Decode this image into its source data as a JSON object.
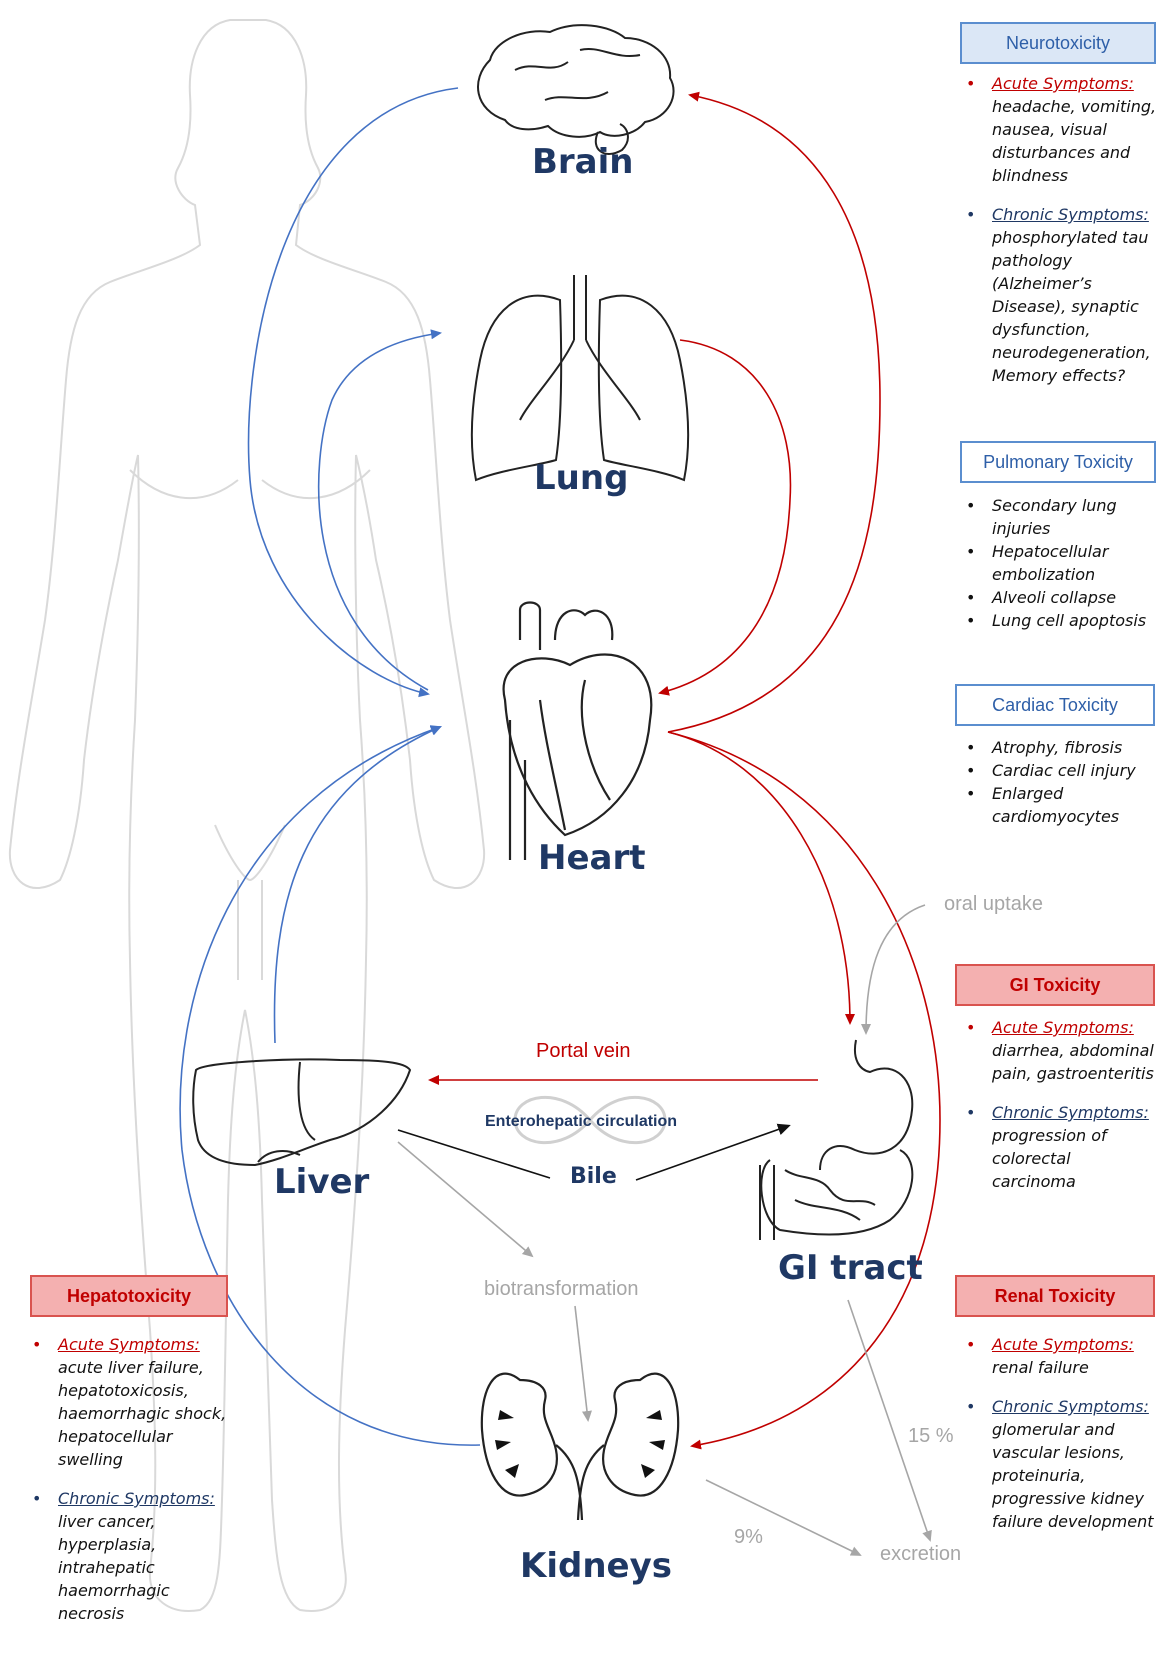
{
  "organs": {
    "brain": "Brain",
    "lung": "Lung",
    "heart": "Heart",
    "liver": "Liver",
    "gi_tract": "GI tract",
    "kidneys": "Kidneys"
  },
  "flows": {
    "portal_vein": "Portal vein",
    "enterohepatic": "Enterohepatic circulation",
    "bile": "Bile",
    "oral_uptake": "oral uptake",
    "biotransformation": "biotransformation",
    "excretion": "excretion",
    "pct_15": "15 %",
    "pct_9": "9%"
  },
  "panels": {
    "neuro": {
      "title": "Neurotoxicity",
      "acute_heading": "Acute Symptoms:",
      "acute_text": "headache, vomiting, nausea, visual disturbances and blindness",
      "chronic_heading": "Chronic Symptoms:",
      "chronic_text": "phosphorylated tau pathology (Alzheimer’s Disease), synaptic dysfunction, neurodegeneration, Memory effects?"
    },
    "pulmonary": {
      "title": "Pulmonary Toxicity",
      "items": [
        "Secondary lung injuries",
        "Hepatocellular embolization",
        "Alveoli collapse",
        "Lung cell apoptosis"
      ]
    },
    "cardiac": {
      "title": "Cardiac Toxicity",
      "items": [
        "Atrophy, fibrosis",
        "Cardiac cell injury",
        "Enlarged cardiomyocytes"
      ]
    },
    "gi": {
      "title": "GI Toxicity",
      "acute_heading": "Acute Symptoms:",
      "acute_text": "diarrhea, abdominal pain, gastroenteritis",
      "chronic_heading": "Chronic Symptoms:",
      "chronic_text": "progression of colorectal carcinoma"
    },
    "renal": {
      "title": "Renal Toxicity",
      "acute_heading": "Acute Symptoms:",
      "acute_text": "renal failure",
      "chronic_heading": "Chronic Symptoms:",
      "chronic_text": "glomerular and vascular lesions, proteinuria, progressive kidney failure development"
    },
    "hepato": {
      "title": "Hepatotoxicity",
      "acute_heading": "Acute Symptoms:",
      "acute_text": "acute liver failure, hepatotoxicosis, haemorrhagic shock, hepatocellular swelling",
      "chronic_heading": "Chronic Symptoms:",
      "chronic_text": "liver cancer, hyperplasia, intrahepatic haemorrhagic necrosis"
    }
  },
  "colors": {
    "arterial_red": "#c00000",
    "venous_blue": "#4472c4",
    "label_navy": "#1f3864",
    "gray": "#a6a6a6"
  }
}
